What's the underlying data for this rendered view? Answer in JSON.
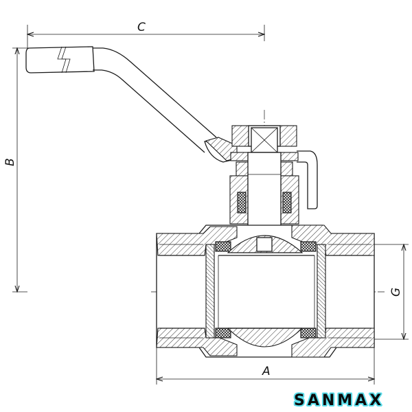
{
  "dimensions": {
    "a": "A",
    "b": "B",
    "c": "C",
    "g": "G"
  },
  "brand": {
    "name": "SANMAX",
    "glow_color": "#3fd9e8"
  }
}
